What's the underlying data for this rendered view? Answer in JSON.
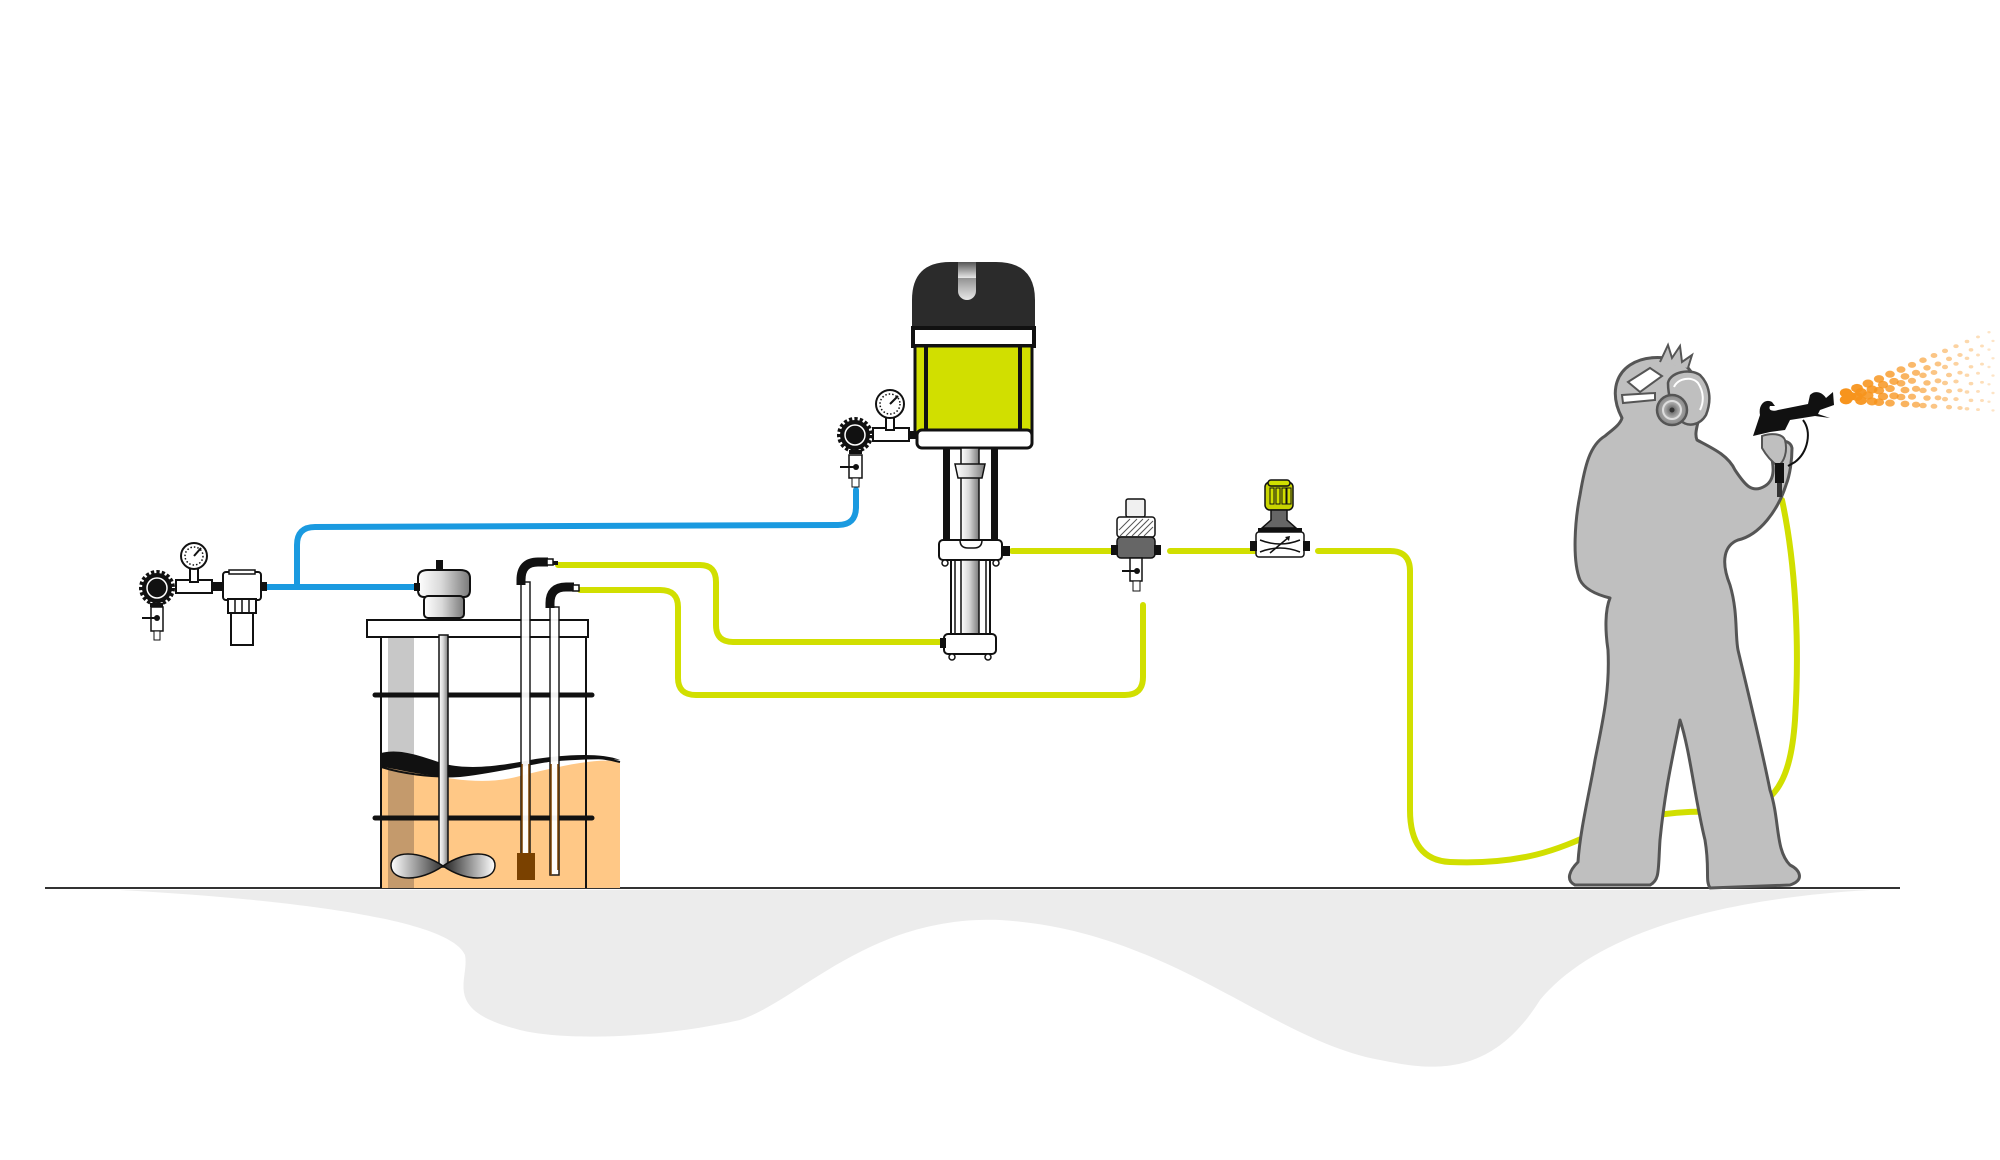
{
  "diagram": {
    "type": "airless-spray-system-schematic",
    "components": [
      "air-regulator-with-gauge",
      "air-filter",
      "agitator-motor",
      "material-drum",
      "agitator-shaft-and-paddle",
      "suction-tube",
      "return-tube",
      "pump-air-regulator-with-gauge",
      "air-motor-pump",
      "fluid-filter-with-drain-valve",
      "fluid-pressure-regulator",
      "spray-gun",
      "operator-with-respirator",
      "spray-pattern"
    ],
    "lines": [
      {
        "name": "air-supply-line",
        "medium": "air"
      },
      {
        "name": "pump-air-line",
        "medium": "air"
      },
      {
        "name": "agitator-air-line",
        "medium": "air"
      },
      {
        "name": "suction-line",
        "medium": "fluid"
      },
      {
        "name": "return-line",
        "medium": "fluid"
      },
      {
        "name": "pump-outlet-line",
        "medium": "fluid"
      },
      {
        "name": "gun-hose",
        "medium": "fluid"
      }
    ]
  },
  "colors": {
    "air_line": "#1a9ae0",
    "fluid_line": "#d1df00",
    "pump_body": "#d1df00",
    "pump_cap": "#2b2b2b",
    "material": "#ffc886",
    "operator": "#bfbfbf",
    "spray": "#f7941d",
    "floor_shadow": "#ececec"
  }
}
